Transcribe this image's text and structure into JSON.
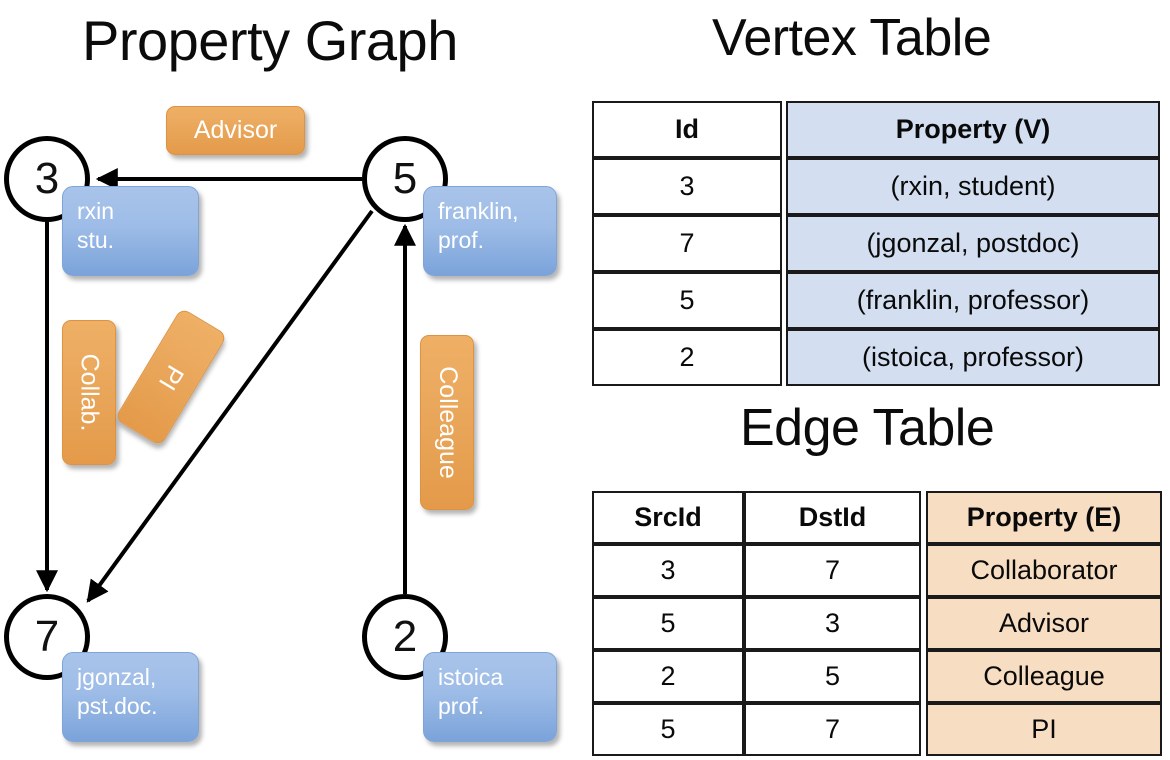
{
  "titles": {
    "property_graph": "Property Graph",
    "vertex_table": "Vertex Table",
    "edge_table": "Edge Table"
  },
  "graph": {
    "nodes": [
      {
        "id": "3",
        "prop_line1": "rxin",
        "prop_line2": "stu."
      },
      {
        "id": "5",
        "prop_line1": "franklin,",
        "prop_line2": "prof."
      },
      {
        "id": "7",
        "prop_line1": "jgonzal,",
        "prop_line2": "pst.doc."
      },
      {
        "id": "2",
        "prop_line1": "istoica",
        "prop_line2": "prof."
      }
    ],
    "edge_labels": {
      "advisor": "Advisor",
      "collab": "Collab.",
      "pi": "PI",
      "colleague": "Colleague"
    }
  },
  "vertex_table": {
    "headers": [
      "Id",
      "Property (V)"
    ],
    "rows": [
      {
        "id": "3",
        "property": "(rxin, student)"
      },
      {
        "id": "7",
        "property": "(jgonzal, postdoc)"
      },
      {
        "id": "5",
        "property": "(franklin, professor)"
      },
      {
        "id": "2",
        "property": "(istoica, professor)"
      }
    ]
  },
  "edge_table": {
    "headers": [
      "SrcId",
      "DstId",
      "Property (E)"
    ],
    "rows": [
      {
        "src": "3",
        "dst": "7",
        "property": "Collaborator"
      },
      {
        "src": "5",
        "dst": "3",
        "property": "Advisor"
      },
      {
        "src": "2",
        "dst": "5",
        "property": "Colleague"
      },
      {
        "src": "5",
        "dst": "7",
        "property": "PI"
      }
    ]
  },
  "colors": {
    "vertex_property_fill": "#d3dff1",
    "edge_property_fill": "#f7ddc2",
    "node_callout_blue": "#9dbce7",
    "edge_label_orange": "#e9a65a",
    "stroke": "#000000"
  }
}
